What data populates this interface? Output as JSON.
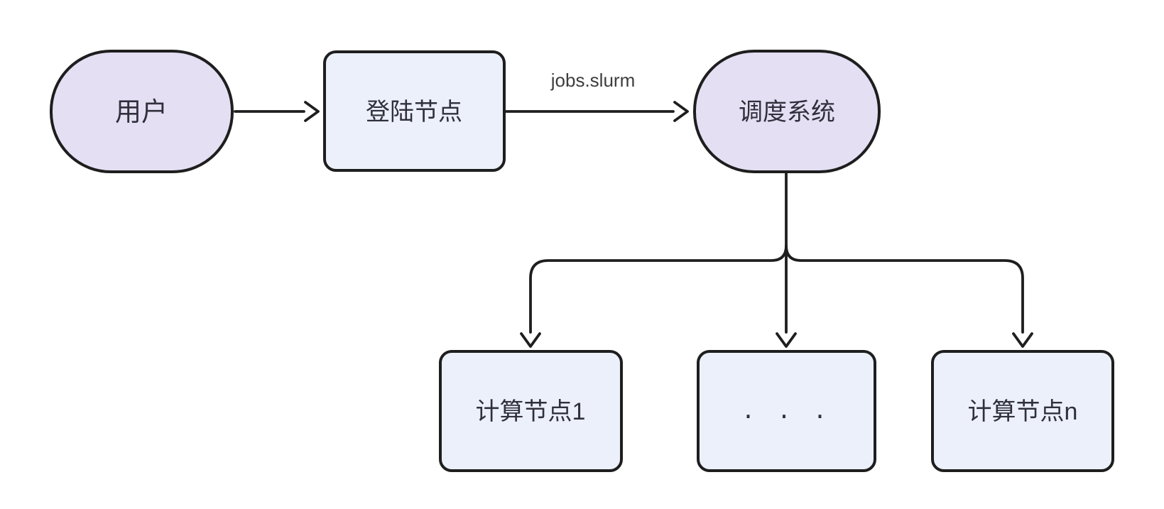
{
  "nodes": {
    "user": {
      "label": "用户",
      "shape": "stadium"
    },
    "login": {
      "label": "登陆节点",
      "shape": "rect"
    },
    "scheduler": {
      "label": "调度系统",
      "shape": "stadium"
    },
    "compute1": {
      "label": "计算节点1",
      "shape": "rect"
    },
    "compute_ellipsis": {
      "label": ". . .",
      "shape": "rect"
    },
    "computeN": {
      "label": "计算节点n",
      "shape": "rect"
    }
  },
  "edges": {
    "login_to_scheduler_label": "jobs.slurm"
  },
  "colors": {
    "background": "#FFFFFF",
    "stadium_fill": "#E5DFF4",
    "box_fill": "#ECF0FA",
    "stroke": "#1E1E1E",
    "node_text": "#30303C",
    "edge_label_text": "#3D3D3D"
  }
}
